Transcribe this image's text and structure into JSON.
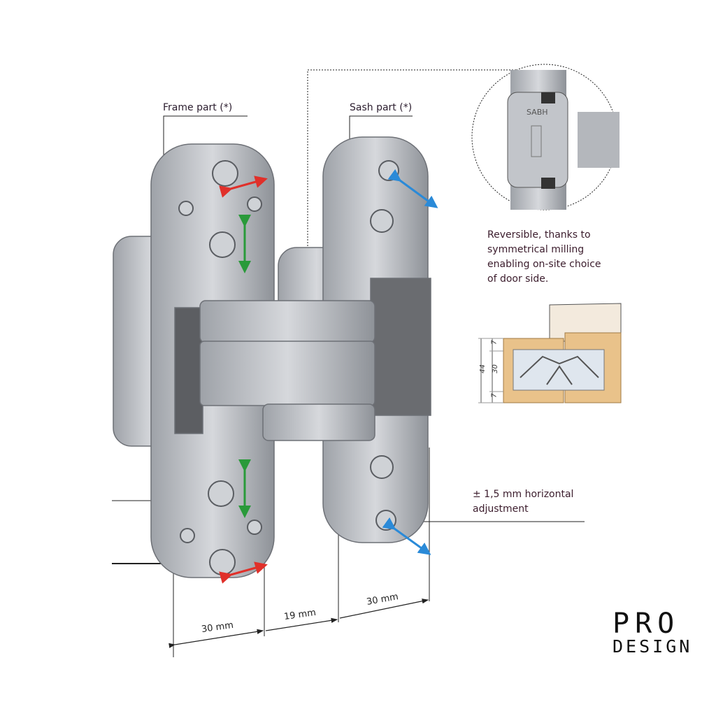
{
  "labels": {
    "frame_part": "Frame part (*)",
    "sash_part": "Sash part (*)"
  },
  "note_reversible": [
    "Reversible, thanks to",
    "symmetrical milling",
    "enabling on-site choice",
    "of door side."
  ],
  "note_adjust": [
    "± 1,5 mm horizontal",
    "adjustment"
  ],
  "dimensions": {
    "frame_width": "30 mm",
    "gap": "19 mm",
    "sash_width": "30 mm"
  },
  "section_dims": {
    "top": "7",
    "middle": "30",
    "total": "44",
    "bottom": "7"
  },
  "stamp": "SABH",
  "logo": {
    "line1": "PRO",
    "line2": "DESIGN"
  },
  "colors": {
    "metal": "#b9bcc2",
    "arrow_red": "#e0302a",
    "arrow_green": "#2a9a3a",
    "arrow_blue": "#2a8ad8",
    "wood": "#e9c28a"
  }
}
